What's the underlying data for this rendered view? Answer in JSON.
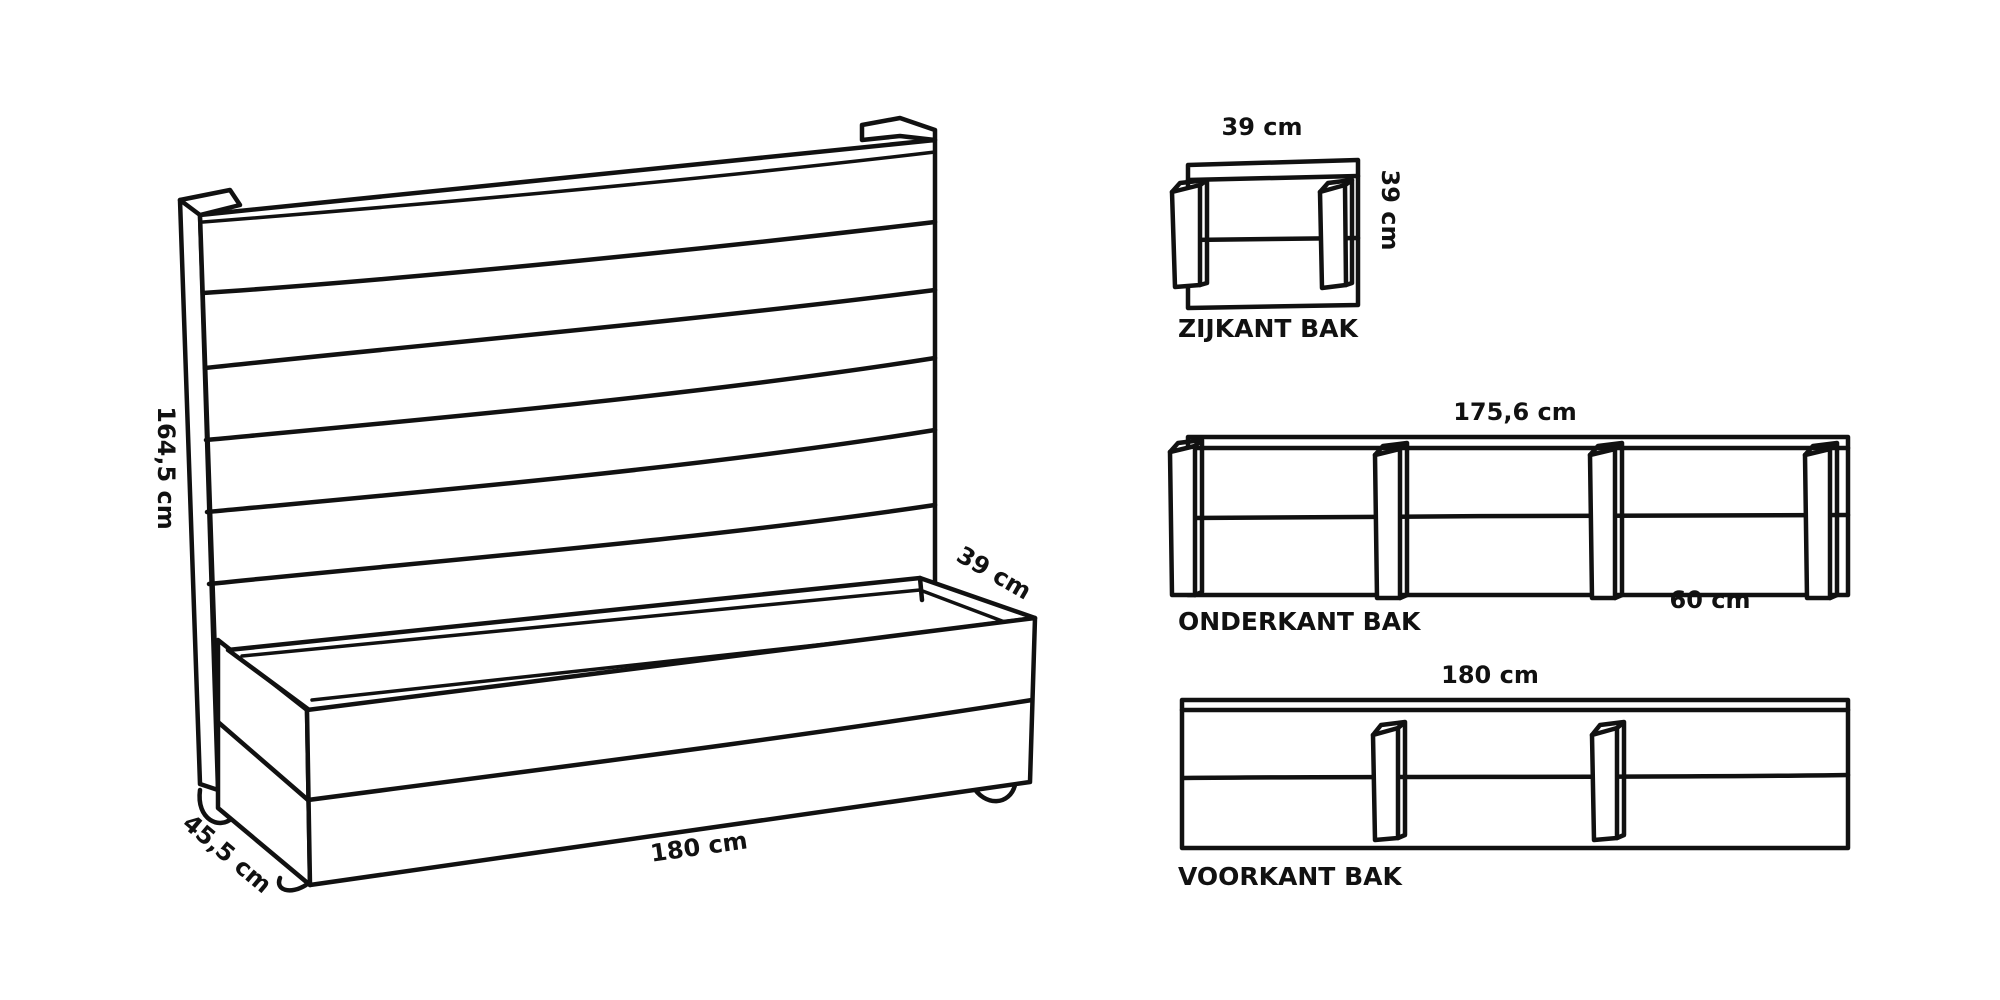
{
  "main_drawing": {
    "height_label": "164,5 cm",
    "depth_label": "45,5 cm",
    "width_label": "180 cm",
    "box_depth_label": "39 cm"
  },
  "side_view": {
    "width_label": "39 cm",
    "height_label": "39 cm",
    "title": "ZIJKANT BAK"
  },
  "bottom_view": {
    "width_label": "175,6 cm",
    "spacing_label": "60 cm",
    "title": "ONDERKANT BAK"
  },
  "front_view": {
    "width_label": "180 cm",
    "title": "VOORKANT BAK"
  }
}
